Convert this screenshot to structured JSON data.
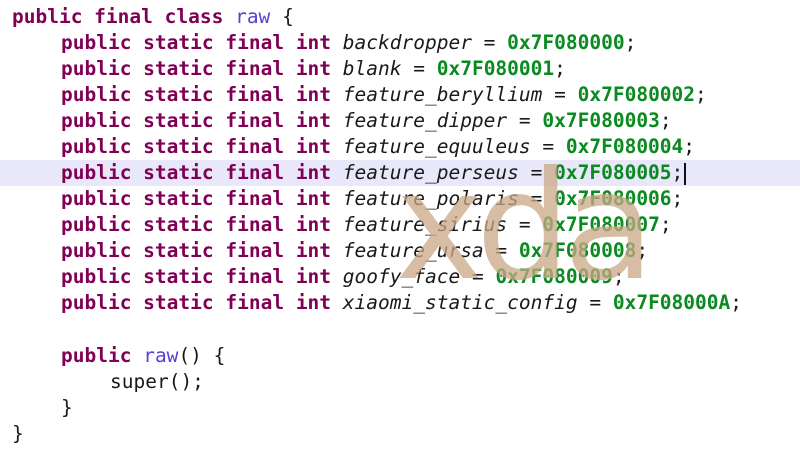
{
  "editor": {
    "class_decl": {
      "mods": "public final class",
      "name": "raw",
      "brace": "{"
    },
    "field_modifiers": "public static final",
    "field_type": "int",
    "fields": [
      {
        "name": "backdropper",
        "value": "0x7F080000"
      },
      {
        "name": "blank",
        "value": "0x7F080001"
      },
      {
        "name": "feature_beryllium",
        "value": "0x7F080002"
      },
      {
        "name": "feature_dipper",
        "value": "0x7F080003"
      },
      {
        "name": "feature_equuleus",
        "value": "0x7F080004"
      },
      {
        "name": "feature_perseus",
        "value": "0x7F080005"
      },
      {
        "name": "feature_polaris",
        "value": "0x7F080006"
      },
      {
        "name": "feature_sirius",
        "value": "0x7F080007"
      },
      {
        "name": "feature_ursa",
        "value": "0x7F080008"
      },
      {
        "name": "goofy_face",
        "value": "0x7F080009"
      },
      {
        "name": "xiaomi_static_config",
        "value": "0x7F08000A"
      }
    ],
    "constructor": {
      "mods": "public",
      "name": "raw",
      "sig_rest": "() {",
      "body": "super();",
      "close": "}"
    },
    "class_close": "}",
    "current_line_field": "feature_perseus"
  },
  "watermark": {
    "text": "xda",
    "color": "#c9a886"
  }
}
